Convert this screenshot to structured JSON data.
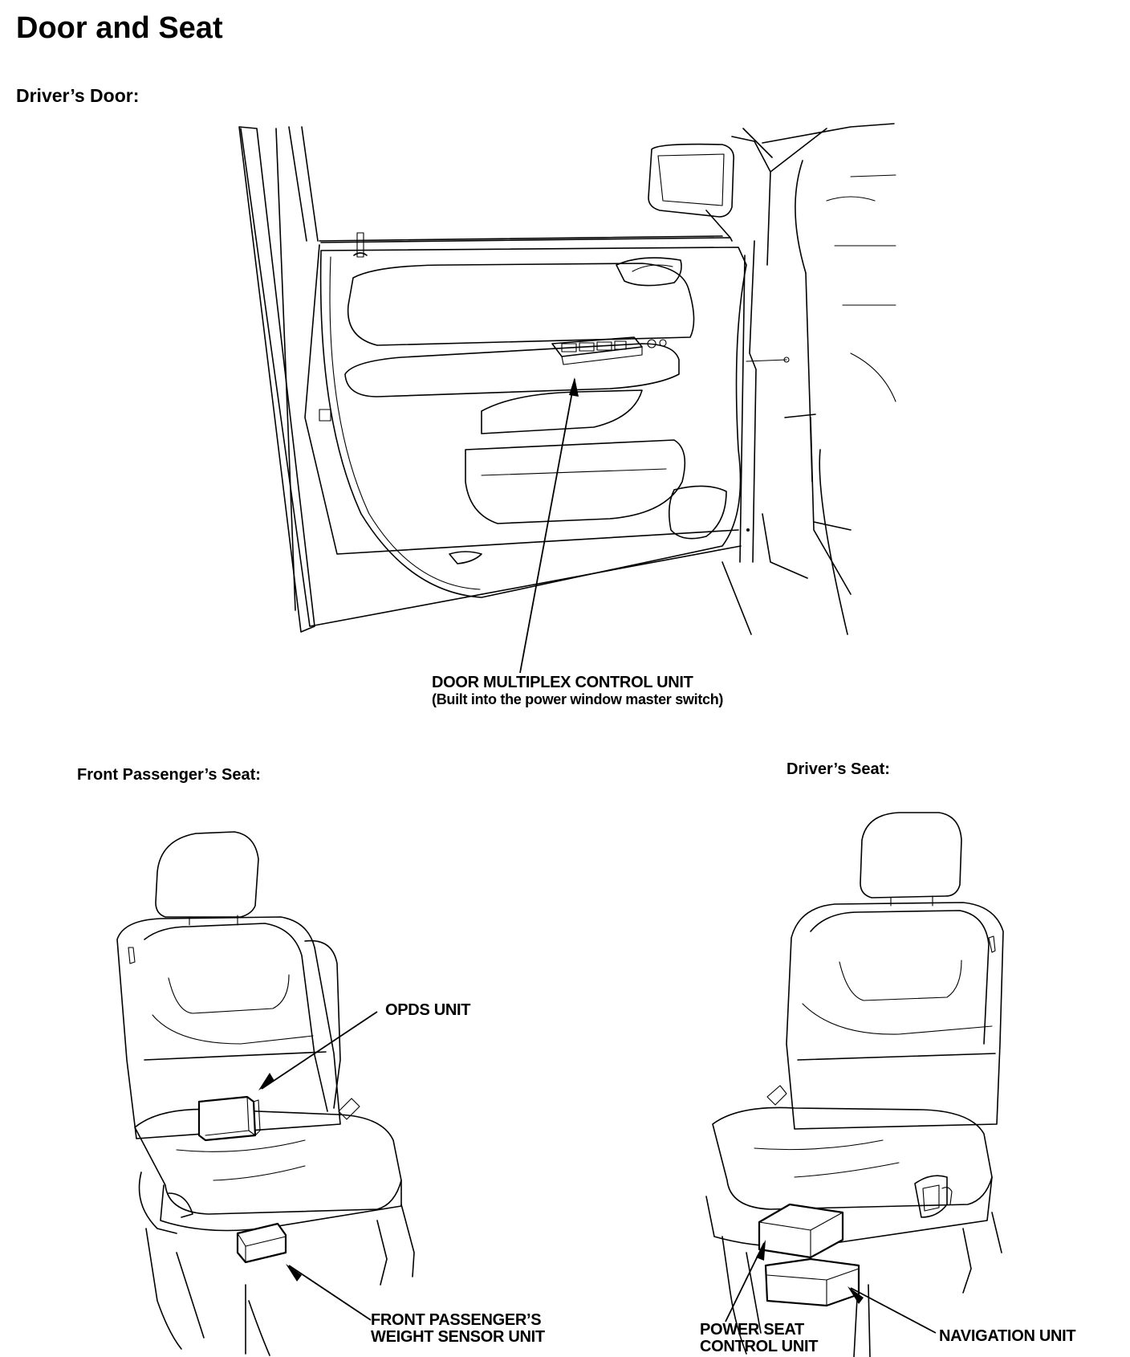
{
  "page": {
    "title": "Door and Seat"
  },
  "sections": {
    "drivers_door": "Driver’s Door:",
    "front_passenger_seat": "Front Passenger’s Seat:",
    "drivers_seat": "Driver’s Seat:"
  },
  "callouts": {
    "door_unit_line1": "DOOR MULTIPLEX CONTROL UNIT",
    "door_unit_line2": "(Built into the power window master switch)",
    "opds_unit": "OPDS UNIT",
    "weight_sensor_line1": "FRONT PASSENGER’S",
    "weight_sensor_line2": "WEIGHT SENSOR UNIT",
    "power_seat_line1": "POWER SEAT",
    "power_seat_line2": "CONTROL UNIT",
    "navigation_unit": "NAVIGATION UNIT"
  }
}
